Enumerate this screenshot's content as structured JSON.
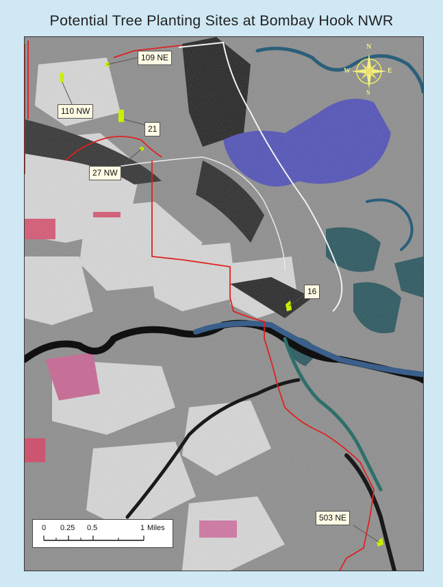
{
  "title": "Potential Tree Planting Sites at Bombay Hook NWR",
  "sites": [
    {
      "label": "109 NE"
    },
    {
      "label": "110 NW"
    },
    {
      "label": "21"
    },
    {
      "label": "27 NW"
    },
    {
      "label": "16"
    },
    {
      "label": "503 NE"
    }
  ],
  "compass": {
    "n": "N",
    "s": "S",
    "e": "E",
    "w": "W"
  },
  "scale_bar": {
    "ticks": [
      "0",
      "0.25",
      "0.5",
      "1"
    ],
    "unit": "Miles"
  },
  "colors": {
    "background": "#cfe8f4",
    "boundary": "#e02020",
    "site": "#c8f000",
    "water": "#4a4ab8",
    "river": "#3a7a9a",
    "callout": "#fffbe4"
  }
}
